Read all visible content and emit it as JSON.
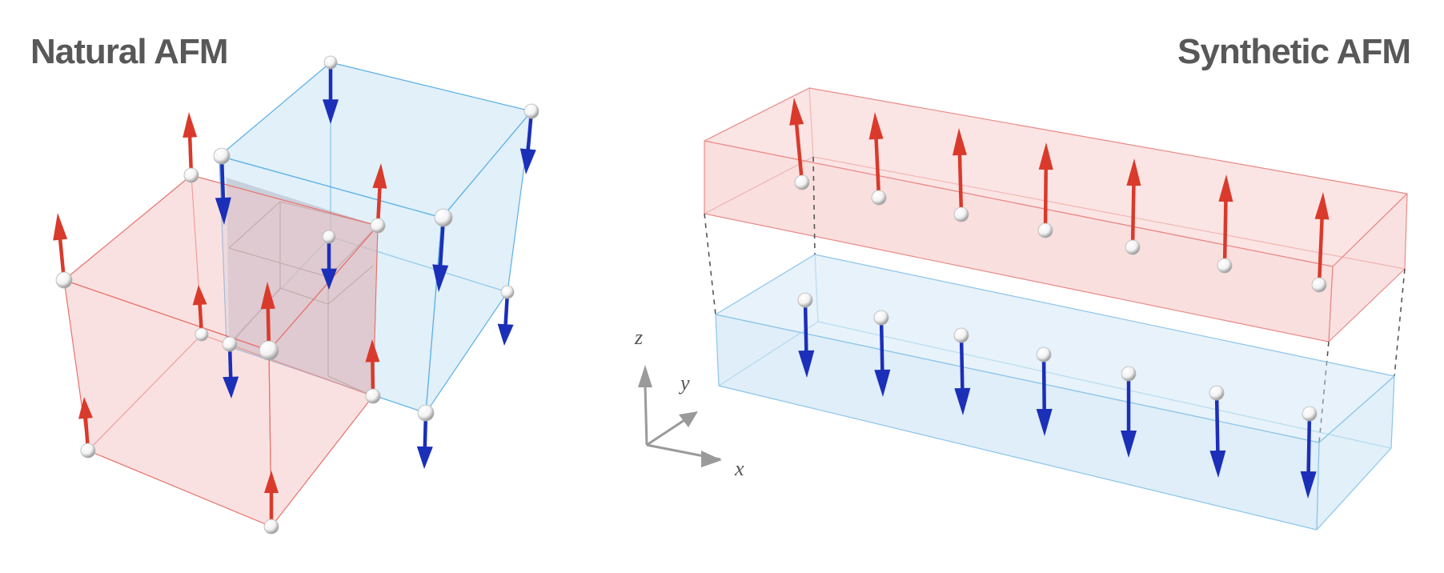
{
  "panels": {
    "left": {
      "title": "Natural AFM"
    },
    "right": {
      "title": "Synthetic AFM"
    }
  },
  "axes": {
    "x_label": "x",
    "y_label": "y",
    "z_label": "z"
  },
  "colors": {
    "spin_up": "#d93a2b",
    "spin_down": "#1b2fb8",
    "spin_up_layer": "#f6c4c4",
    "spin_down_layer": "#c9e3f4",
    "atom": "#ffffff",
    "title": "#585858"
  },
  "icons": {
    "atom": "sphere-icon",
    "spin": "arrow-icon"
  }
}
